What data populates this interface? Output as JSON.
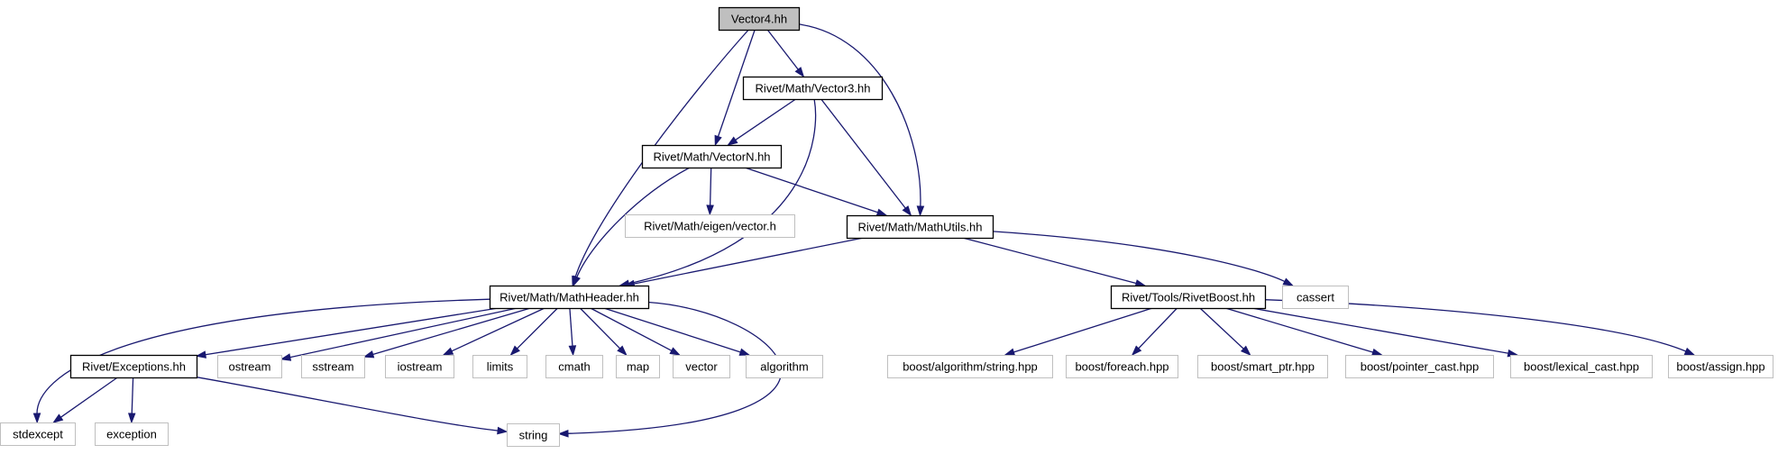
{
  "diagram": {
    "nodes": [
      {
        "id": "vector4",
        "label": "Vector4.hh",
        "kind": "root"
      },
      {
        "id": "vector3",
        "label": "Rivet/Math/Vector3.hh",
        "kind": "documented"
      },
      {
        "id": "vectorn",
        "label": "Rivet/Math/VectorN.hh",
        "kind": "documented"
      },
      {
        "id": "mathutils",
        "label": "Rivet/Math/MathUtils.hh",
        "kind": "documented"
      },
      {
        "id": "eigenvector",
        "label": "Rivet/Math/eigen/vector.h",
        "kind": "external"
      },
      {
        "id": "mathheader",
        "label": "Rivet/Math/MathHeader.hh",
        "kind": "documented"
      },
      {
        "id": "rivetboost",
        "label": "Rivet/Tools/RivetBoost.hh",
        "kind": "documented"
      },
      {
        "id": "cassert",
        "label": "cassert",
        "kind": "external"
      },
      {
        "id": "exceptions",
        "label": "Rivet/Exceptions.hh",
        "kind": "documented"
      },
      {
        "id": "ostream",
        "label": "ostream",
        "kind": "external"
      },
      {
        "id": "sstream",
        "label": "sstream",
        "kind": "external"
      },
      {
        "id": "iostream",
        "label": "iostream",
        "kind": "external"
      },
      {
        "id": "limits",
        "label": "limits",
        "kind": "external"
      },
      {
        "id": "cmath",
        "label": "cmath",
        "kind": "external"
      },
      {
        "id": "map",
        "label": "map",
        "kind": "external"
      },
      {
        "id": "vector",
        "label": "vector",
        "kind": "external"
      },
      {
        "id": "algorithm",
        "label": "algorithm",
        "kind": "external"
      },
      {
        "id": "stdexcept",
        "label": "stdexcept",
        "kind": "external"
      },
      {
        "id": "exception",
        "label": "exception",
        "kind": "external"
      },
      {
        "id": "string",
        "label": "string",
        "kind": "external"
      },
      {
        "id": "bstring",
        "label": "boost/algorithm/string.hpp",
        "kind": "external"
      },
      {
        "id": "bforeach",
        "label": "boost/foreach.hpp",
        "kind": "external"
      },
      {
        "id": "bsmartptr",
        "label": "boost/smart_ptr.hpp",
        "kind": "external"
      },
      {
        "id": "bpointercast",
        "label": "boost/pointer_cast.hpp",
        "kind": "external"
      },
      {
        "id": "blexicalcast",
        "label": "boost/lexical_cast.hpp",
        "kind": "external"
      },
      {
        "id": "bassign",
        "label": "boost/assign.hpp",
        "kind": "external"
      }
    ],
    "edges": [
      {
        "from": "vector4",
        "to": "vector3"
      },
      {
        "from": "vector4",
        "to": "vectorn"
      },
      {
        "from": "vector4",
        "to": "mathutils"
      },
      {
        "from": "vector4",
        "to": "mathheader"
      },
      {
        "from": "vector3",
        "to": "vectorn"
      },
      {
        "from": "vector3",
        "to": "mathutils"
      },
      {
        "from": "vector3",
        "to": "mathheader"
      },
      {
        "from": "vectorn",
        "to": "eigenvector"
      },
      {
        "from": "vectorn",
        "to": "mathutils"
      },
      {
        "from": "vectorn",
        "to": "mathheader"
      },
      {
        "from": "mathutils",
        "to": "mathheader"
      },
      {
        "from": "mathutils",
        "to": "rivetboost"
      },
      {
        "from": "mathutils",
        "to": "cassert"
      },
      {
        "from": "mathheader",
        "to": "exceptions"
      },
      {
        "from": "mathheader",
        "to": "ostream"
      },
      {
        "from": "mathheader",
        "to": "sstream"
      },
      {
        "from": "mathheader",
        "to": "iostream"
      },
      {
        "from": "mathheader",
        "to": "limits"
      },
      {
        "from": "mathheader",
        "to": "cmath"
      },
      {
        "from": "mathheader",
        "to": "map"
      },
      {
        "from": "mathheader",
        "to": "vector"
      },
      {
        "from": "mathheader",
        "to": "algorithm"
      },
      {
        "from": "mathheader",
        "to": "stdexcept"
      },
      {
        "from": "mathheader",
        "to": "string"
      },
      {
        "from": "exceptions",
        "to": "stdexcept"
      },
      {
        "from": "exceptions",
        "to": "exception"
      },
      {
        "from": "exceptions",
        "to": "string"
      },
      {
        "from": "rivetboost",
        "to": "bstring"
      },
      {
        "from": "rivetboost",
        "to": "bforeach"
      },
      {
        "from": "rivetboost",
        "to": "bsmartptr"
      },
      {
        "from": "rivetboost",
        "to": "bpointercast"
      },
      {
        "from": "rivetboost",
        "to": "blexicalcast"
      },
      {
        "from": "rivetboost",
        "to": "bassign"
      }
    ],
    "colors": {
      "edge": "#191970",
      "documented_border": "#000000",
      "external_border": "#bfbfbf",
      "root_fill": "#bfbfbf",
      "node_fill": "#ffffff",
      "text": "#000000"
    }
  }
}
